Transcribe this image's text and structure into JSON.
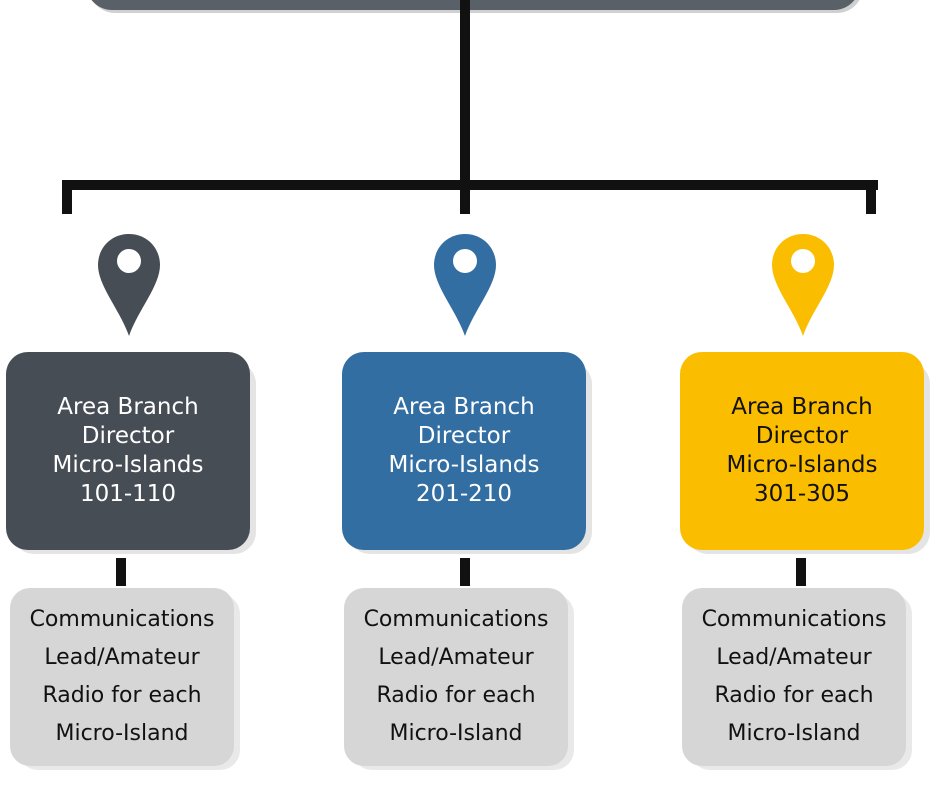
{
  "branches": [
    {
      "color": "#474d55",
      "text_color": "#ffffff",
      "lines": [
        "Area Branch",
        "Director",
        "Micro-Islands",
        "101-110"
      ],
      "comm_lines": [
        "Communications",
        "Lead/Amateur",
        "Radio for each",
        "Micro-Island"
      ],
      "pin_icon": "location-pin-icon"
    },
    {
      "color": "#336ea3",
      "text_color": "#ffffff",
      "lines": [
        "Area Branch",
        "Director",
        "Micro-Islands",
        "201-210"
      ],
      "comm_lines": [
        "Communications",
        "Lead/Amateur",
        "Radio for each",
        "Micro-Island"
      ],
      "pin_icon": "location-pin-icon"
    },
    {
      "color": "#fbbd00",
      "text_color": "#111111",
      "lines": [
        "Area Branch",
        "Director",
        "Micro-Islands",
        "301-305"
      ],
      "comm_lines": [
        "Communications",
        "Lead/Amateur",
        "Radio for each",
        "Micro-Island"
      ],
      "pin_icon": "location-pin-icon"
    }
  ],
  "connector_color": "#111111",
  "comm_box_color": "#d6d6d6"
}
